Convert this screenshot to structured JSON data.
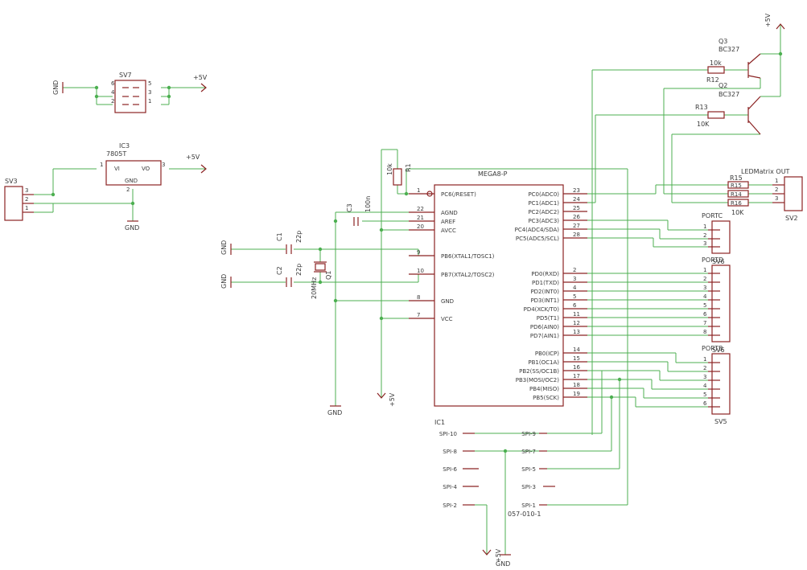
{
  "colors": {
    "wire": "#4caf50",
    "part": "#8b2323",
    "text": "#3a3a3a",
    "junction": "#4caf50"
  },
  "sv7": {
    "name": "SV7",
    "pins_left": [
      "6",
      "4",
      "2"
    ],
    "pins_right": [
      "5",
      "3",
      "1"
    ],
    "gnd": "GND",
    "supply": "+5V"
  },
  "ic3": {
    "name": "IC3",
    "value": "7805T",
    "vi": "VI",
    "vo": "VO",
    "gnd_label": "GND",
    "pin_in": "1",
    "pin_gnd": "2",
    "pin_out": "3",
    "supply": "+5V",
    "gnd": "GND"
  },
  "sv3": {
    "name": "SV3",
    "pins": [
      "3",
      "2",
      "1"
    ]
  },
  "q3": {
    "name": "Q3",
    "value": "BC327"
  },
  "q2": {
    "name": "Q2",
    "value": "BC327"
  },
  "r12": {
    "name": "R12",
    "value": "10k"
  },
  "r13": {
    "name": "R13",
    "value": "10K"
  },
  "r1": {
    "name": "R1",
    "value": "10k"
  },
  "c3": {
    "name": "C3",
    "value": "100n"
  },
  "c1": {
    "name": "C1",
    "value": "22p"
  },
  "c2": {
    "name": "C2",
    "value": "22p"
  },
  "q1": {
    "name": "Q1",
    "value": "20MHz"
  },
  "supply_top": "+5V",
  "gnd_left1": "GND",
  "gnd_left2": "GND",
  "gnd_bottom": "GND",
  "supply_mid": "+5V",
  "mcu": {
    "name": "MEGA8-P",
    "left_pins": [
      {
        "num": "1",
        "name": "PC6(/RESET)"
      },
      {
        "num": "22",
        "name": "AGND"
      },
      {
        "num": "21",
        "name": "AREF"
      },
      {
        "num": "20",
        "name": "AVCC"
      },
      {
        "num": "9",
        "name": "PB6(XTAL1/TOSC1)"
      },
      {
        "num": "10",
        "name": "PB7(XTAL2/TOSC2)"
      },
      {
        "num": "8",
        "name": "GND"
      },
      {
        "num": "7",
        "name": "VCC"
      }
    ],
    "right_pins": [
      {
        "num": "23",
        "name": "PC0(ADC0)"
      },
      {
        "num": "24",
        "name": "PC1(ADC1)"
      },
      {
        "num": "25",
        "name": "PC2(ADC2)"
      },
      {
        "num": "26",
        "name": "PC3(ADC3)"
      },
      {
        "num": "27",
        "name": "PC4(ADC4/SDA)"
      },
      {
        "num": "28",
        "name": "PC5(ADC5/SCL)"
      },
      {
        "num": "2",
        "name": "PD0(RXD)"
      },
      {
        "num": "3",
        "name": "PD1(TXD)"
      },
      {
        "num": "4",
        "name": "PD2(INT0)"
      },
      {
        "num": "5",
        "name": "PD3(INT1)"
      },
      {
        "num": "6",
        "name": "PD4(XCK/T0)"
      },
      {
        "num": "11",
        "name": "PD5(T1)"
      },
      {
        "num": "12",
        "name": "PD6(AIN0)"
      },
      {
        "num": "13",
        "name": "PD7(AIN1)"
      },
      {
        "num": "14",
        "name": "PB0(ICP)"
      },
      {
        "num": "15",
        "name": "PB1(OC1A)"
      },
      {
        "num": "16",
        "name": "PB2(SS/OC1B)"
      },
      {
        "num": "17",
        "name": "PB3(MOSI/OC2)"
      },
      {
        "num": "18",
        "name": "PB4(MISO)"
      },
      {
        "num": "19",
        "name": "PB5(SCK)"
      }
    ]
  },
  "led_out": {
    "title": "LEDMatrix OUT",
    "name": "SV2",
    "pins": [
      "1",
      "2",
      "3"
    ],
    "r15": "R15",
    "r14": "R14",
    "r16": "R16",
    "r_value": "10K",
    "r_value_top": "R15"
  },
  "portc": {
    "title": "PORTC",
    "pins": [
      "1",
      "2",
      "3"
    ]
  },
  "portd": {
    "title": "PORTD",
    "name": "SV6",
    "pins": [
      "1",
      "2",
      "3",
      "4",
      "5",
      "6",
      "7",
      "8"
    ]
  },
  "portb": {
    "title": "PORTB",
    "name": "SV5",
    "pins": [
      "1",
      "2",
      "3",
      "4",
      "5",
      "6"
    ]
  },
  "isp": {
    "name": "IC1",
    "left": [
      "SPI-10",
      "SPI-8",
      "SPI-6",
      "SPI-4",
      "SPI-2"
    ],
    "right": [
      "SPI-9",
      "SPI-7",
      "SPI-5",
      "SPI-3",
      "SPI-1"
    ],
    "part": "057-010-1",
    "supply": "+5V",
    "gnd": "GND"
  }
}
